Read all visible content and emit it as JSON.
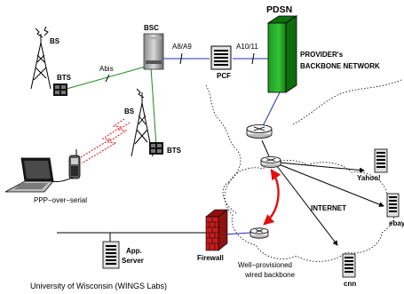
{
  "labels": {
    "pdsn": "PDSN",
    "bsc": "BSC",
    "a8a9": "A8/A9",
    "a1011": "A10/11",
    "pcf": "PCF",
    "provider_line1": "PROVIDER's",
    "provider_line2": "BACKBONE NETWORK",
    "bs_top": "BS",
    "bts_top": "BTS",
    "abis": "Abis",
    "bs_mid": "BS",
    "bts_mid": "BTS",
    "ppp": "PPP−over−serial",
    "yahoo": "Yahoo!",
    "internet": "INTERNET",
    "ebay": "ebay",
    "firewall": "Firewall",
    "app_line1": "App.",
    "app_line2": "Server",
    "wellprov_line1": "Well−provisioned",
    "wellprov_line2": "wired backbone",
    "cnn": "cnn",
    "footer": "University of Wisconsin (WINGS Labs)"
  },
  "colors": {
    "pdsn_fill": "#2bb52b",
    "pdsn_dark": "#0d6e0d",
    "wireless_link": "#1a8a1a",
    "backbone_link": "#1e2fb4",
    "wireless_signal": "#e01010",
    "highlight": "#e01010",
    "firewall": "#c41e1e"
  }
}
